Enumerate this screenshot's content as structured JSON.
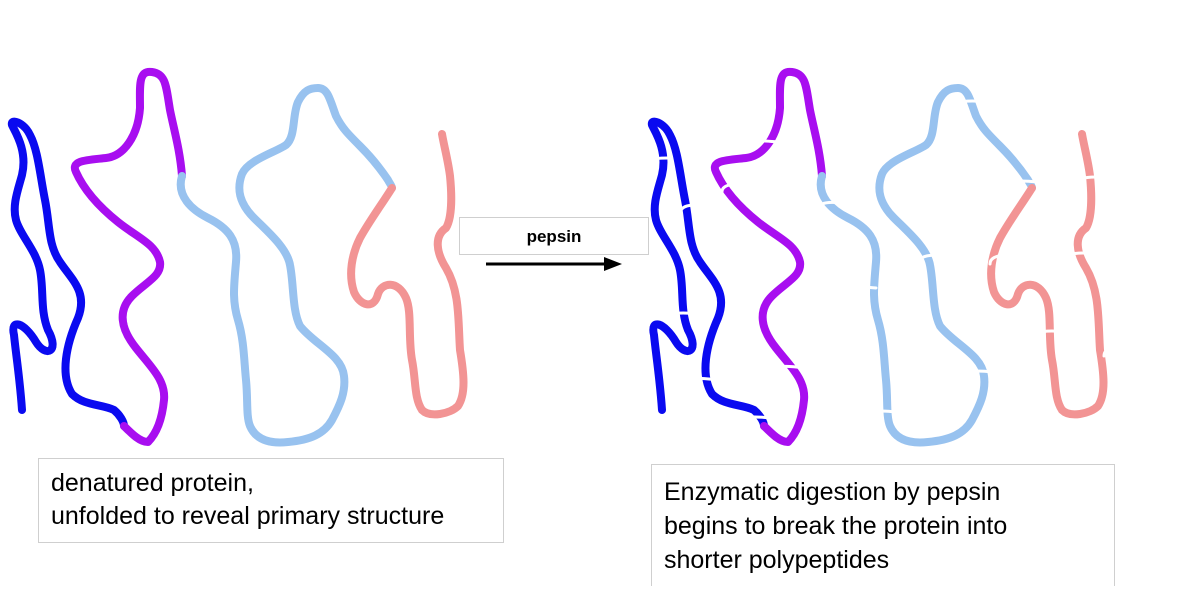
{
  "diagram": {
    "left_caption": {
      "line1": "denatured protein,",
      "line2": "unfolded to reveal primary structure"
    },
    "arrow_label": "pepsin",
    "right_caption": {
      "line1": "Enzymatic digestion by pepsin",
      "line2": "begins to break the protein into",
      "line3": "shorter polypeptides"
    },
    "colors": {
      "chain_blue": "#0a0af0",
      "chain_purple": "#a80ef0",
      "chain_light_blue": "#98c2ef",
      "chain_pink": "#f29494",
      "arrow": "#000000",
      "cut_marks": "#ffffff"
    }
  }
}
